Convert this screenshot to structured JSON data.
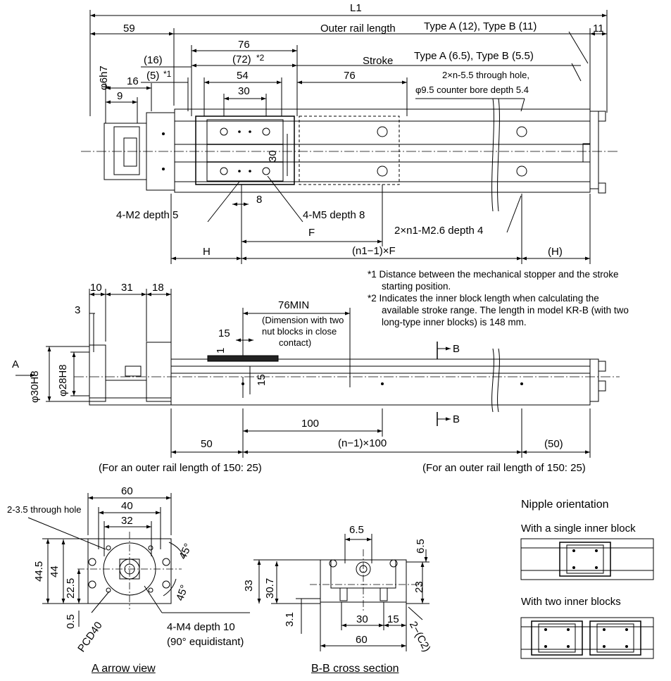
{
  "top_view": {
    "L1": "L1",
    "outer_rail_length": "Outer rail length",
    "type_12_11": "Type A (12), Type B (11)",
    "stroke": "Stroke",
    "type_65_55": "Type A (6.5), Type B (5.5)",
    "hole_note_1": "2×n-5.5 through hole,",
    "hole_note_2": "φ9.5 counter bore depth 5.4",
    "d59": "59",
    "d11": "11",
    "d76a": "76",
    "d72": "(72)",
    "star2": "*2",
    "d16p": "(16)",
    "d5p": "(5)",
    "star1": "*1",
    "d54": "54",
    "d76b": "76",
    "d16": "16",
    "d9": "9",
    "d30a": "30",
    "d30v": "30",
    "phi6h7": "φ6h7",
    "m2": "4-M2 depth 5",
    "d8": "8",
    "m5": "4-M5 depth 8",
    "F": "F",
    "m26": "2×n1-M2.6 depth 4",
    "H": "H",
    "n1F": "(n1−1)×F",
    "Hp": "(H)"
  },
  "notes": {
    "n1a": "*1 Distance between the mechanical stopper and the stroke",
    "n1b": "starting position.",
    "n2a": "*2 Indicates the inner block length when calculating the",
    "n2b": "available stroke range. The length in model KR-B (with two",
    "n2c": "long-type inner blocks) is 148 mm."
  },
  "side_view": {
    "d10": "10",
    "d31": "31",
    "d18": "18",
    "d3": "3",
    "d76min": "76MIN",
    "dim_note_1": "(Dimension with two",
    "dim_note_2": "nut blocks in close",
    "dim_note_3": "contact)",
    "d15": "15",
    "d1": "1",
    "d15v": "15",
    "A": "A",
    "phi30h8": "φ30H8",
    "phi28h8": "φ28H8",
    "BB": "B",
    "BB2": "B",
    "d100": "100",
    "d50": "50",
    "n100": "(n−1)×100",
    "d50p": "(50)",
    "outer_note_left": "(For an outer rail length of 150:  25)",
    "outer_note_right": "(For an outer rail length of 150:  25)"
  },
  "a_view": {
    "d60": "60",
    "d40": "40",
    "d32": "32",
    "thru": "2-3.5 through hole",
    "d445": "44.5",
    "d44": "44",
    "d225": "22.5",
    "d05": "0.5",
    "a45a": "45°",
    "a45b": "45°",
    "pcd": "PCD40",
    "m4": "4-M4 depth 10",
    "equi": "(90° equidistant)",
    "caption": "A arrow view"
  },
  "bb_view": {
    "d65a": "6.5",
    "d65b": "6.5",
    "d33": "33",
    "d307": "30.7",
    "d23": "23",
    "d31": "3.1",
    "d30": "30",
    "d15": "15",
    "c2": "2−(C2)",
    "d60": "60",
    "caption": "B-B cross section"
  },
  "nipple": {
    "title": "Nipple orientation",
    "single": "With a single inner block",
    "two": "With two inner blocks"
  }
}
